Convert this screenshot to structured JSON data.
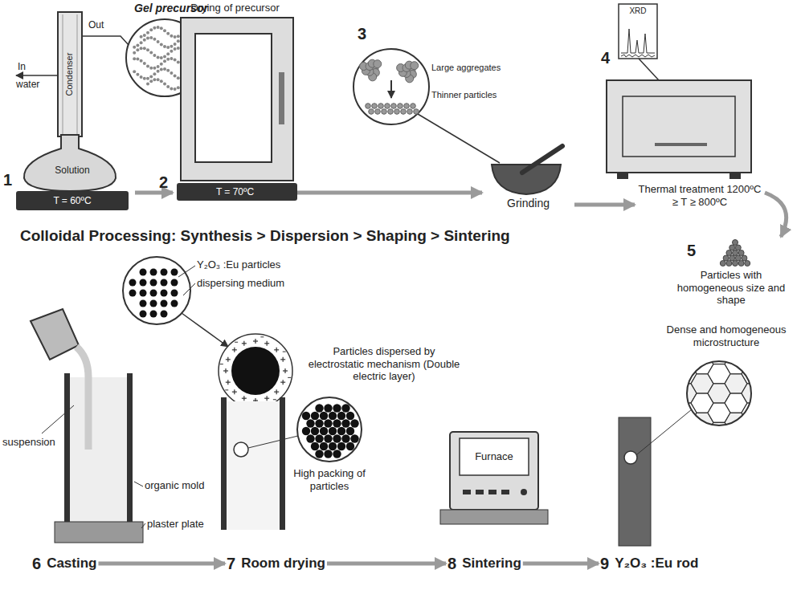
{
  "diagram": {
    "title": "Colloidal Processing: Synthesis > Dispersion > Shaping > Sintering",
    "nodes": [
      {
        "text": [
          "Solution",
          "T = 60ºC"
        ]
      },
      {
        "text": [
          "Drying of precursor",
          "T = 70ºC"
        ]
      },
      {
        "text": [
          "Grinding"
        ]
      },
      {
        "text": [
          "Thermal treatment 1200ºC ≥ T ≥ 800ºC"
        ]
      },
      {
        "text": [
          "Particles with homogeneous size and shape"
        ]
      },
      {
        "text": [
          "6",
          "Casting"
        ]
      },
      {
        "text": [
          "7",
          "Room drying"
        ]
      },
      {
        "text": [
          "8",
          "Sintering"
        ]
      },
      {
        "text": [
          "9",
          "Y₂O₃ :Eu rod"
        ]
      }
    ],
    "edges": [
      {
        "from": 0,
        "to": 1,
        "arrow": "to"
      },
      {
        "from": 1,
        "to": 2,
        "arrow": "to"
      },
      {
        "from": 2,
        "to": 3,
        "arrow": "to"
      },
      {
        "from": 3,
        "to": 4,
        "arrow": "to"
      },
      {
        "from": 5,
        "to": 6,
        "arrow": "to"
      },
      {
        "from": 6,
        "to": 7,
        "arrow": "to"
      },
      {
        "from": 7,
        "to": 8,
        "arrow": "to"
      }
    ],
    "labels": [
      "Out",
      "In",
      "water",
      "Condenser",
      "Gel precursor",
      "1",
      "2",
      "3",
      "Large aggregates",
      "Thinner particles",
      "4",
      "XRD",
      "5",
      "Y₂O₃ :Eu particles",
      "dispersing medium",
      "Particles dispersed by electrostatic mechanism (Double electric layer)",
      "suspension",
      "organic mold",
      "plaster plate",
      "High packing of particles",
      "Furnace",
      "Dense and homogeneous microstructure"
    ]
  }
}
